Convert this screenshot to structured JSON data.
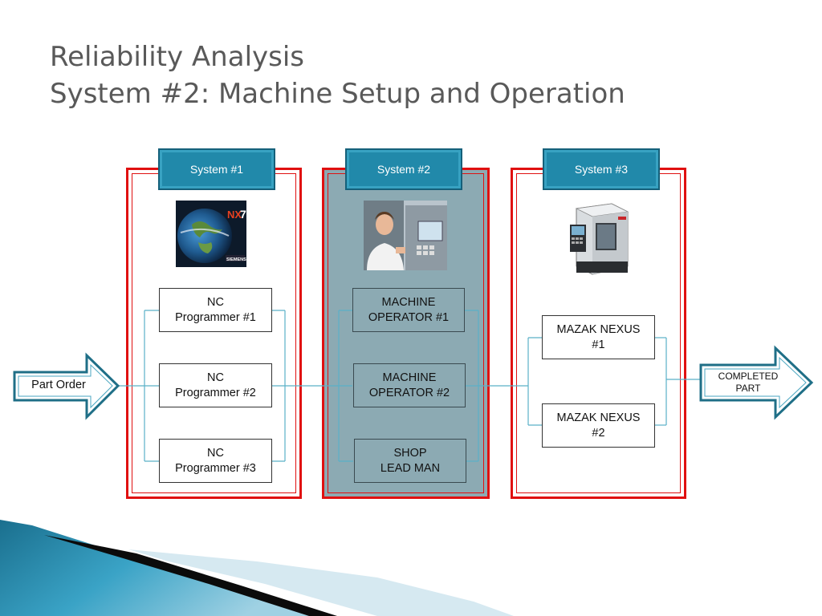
{
  "title": {
    "line1": "Reliability Analysis",
    "line2": "System #2: Machine Setup and Operation"
  },
  "systems": [
    {
      "label": "System #1",
      "image_icon": "nx7-globe-icon"
    },
    {
      "label": "System #2",
      "image_icon": "machine-operator-photo-icon"
    },
    {
      "label": "System #3",
      "image_icon": "mazak-machine-icon"
    }
  ],
  "system1_nodes": [
    {
      "line1": "NC",
      "line2": "Programmer #1"
    },
    {
      "line1": "NC",
      "line2": "Programmer #2"
    },
    {
      "line1": "NC",
      "line2": "Programmer #3"
    }
  ],
  "system2_nodes": [
    {
      "line1": "MACHINE",
      "line2": "OPERATOR #1"
    },
    {
      "line1": "MACHINE",
      "line2": "OPERATOR #2"
    },
    {
      "line1": "SHOP",
      "line2": "LEAD MAN"
    }
  ],
  "system3_nodes": [
    {
      "line1": "MAZAK NEXUS",
      "line2": "#1"
    },
    {
      "line1": "MAZAK NEXUS",
      "line2": "#2"
    }
  ],
  "input_arrow": {
    "label": "Part Order"
  },
  "output_arrow": {
    "line1": "COMPLETED",
    "line2": "PART"
  },
  "colors": {
    "panel_border": "#e01010",
    "tab_fill": "#2189aa",
    "shaded_panel": "#8caab3",
    "connector": "#5ab0c8",
    "arrow_outline": "#1f6f87"
  }
}
